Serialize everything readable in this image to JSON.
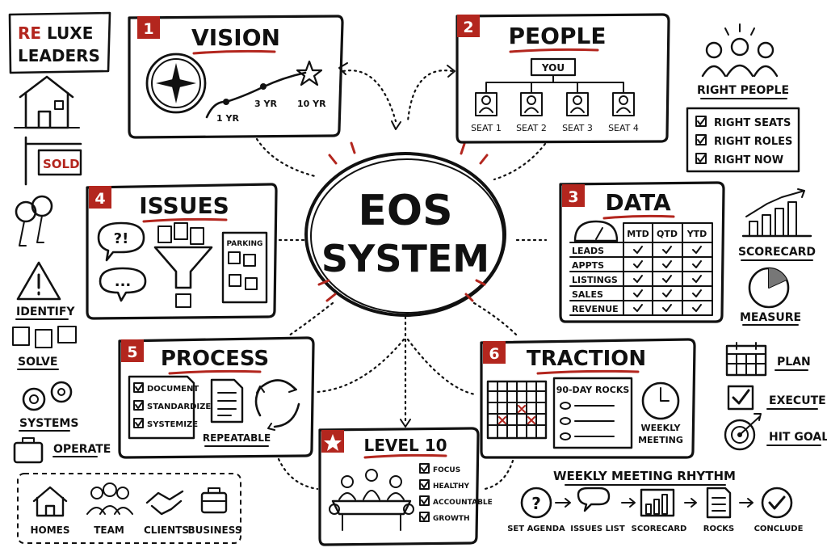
{
  "brand": {
    "line1a": "RE",
    "line1b": "LUXE",
    "line2": "LEADERS"
  },
  "center": {
    "line1": "EOS",
    "line2": "SYSTEM"
  },
  "vision": {
    "num": "1",
    "title": "VISION",
    "ticks": [
      "1 YR",
      "3 YR",
      "10 YR"
    ]
  },
  "people": {
    "num": "2",
    "title": "PEOPLE",
    "top": "YOU",
    "seats": [
      "SEAT 1",
      "SEAT 2",
      "SEAT 3",
      "SEAT 4"
    ]
  },
  "data": {
    "num": "3",
    "title": "DATA",
    "cols": [
      "MTD",
      "QTD",
      "YTD"
    ],
    "rows": [
      "LEADS",
      "APPTS",
      "LISTINGS",
      "SALES",
      "REVENUE"
    ]
  },
  "issues": {
    "num": "4",
    "title": "ISSUES",
    "bubble": "?!",
    "dots": "...",
    "parking": "PARKING"
  },
  "process": {
    "num": "5",
    "title": "PROCESS",
    "items": [
      "DOCUMENT",
      "STANDARDIZE",
      "SYSTEMIZE"
    ],
    "repeatable": "REPEATABLE"
  },
  "traction": {
    "num": "6",
    "title": "TRACTION",
    "rocks": "90-DAY ROCKS",
    "meeting1": "WEEKLY",
    "meeting2": "MEETING"
  },
  "level10": {
    "title": "LEVEL 10",
    "items": [
      "FOCUS",
      "HEALTHY",
      "ACCOUNTABLE",
      "GROWTH"
    ]
  },
  "right_people": {
    "label": "RIGHT PEOPLE",
    "checks": [
      "RIGHT SEATS",
      "RIGHT ROLES",
      "RIGHT NOW"
    ]
  },
  "right_side": {
    "scorecard": "SCORECARD",
    "measure": "MEASURE",
    "plan": "PLAN",
    "execute": "EXECUTE",
    "hit_goals": "HIT GOALS"
  },
  "left_side": {
    "sold": "SOLD",
    "identify": "IDENTIFY",
    "solve": "SOLVE",
    "systems": "SYSTEMS",
    "operate": "OPERATE"
  },
  "bottom_left": [
    "HOMES",
    "TEAM",
    "CLIENTS",
    "BUSINESS"
  ],
  "rhythm": {
    "title": "WEEKLY MEETING RHYTHM",
    "steps": [
      "SET AGENDA",
      "ISSUES LIST",
      "SCORECARD",
      "ROCKS",
      "CONCLUDE"
    ]
  }
}
